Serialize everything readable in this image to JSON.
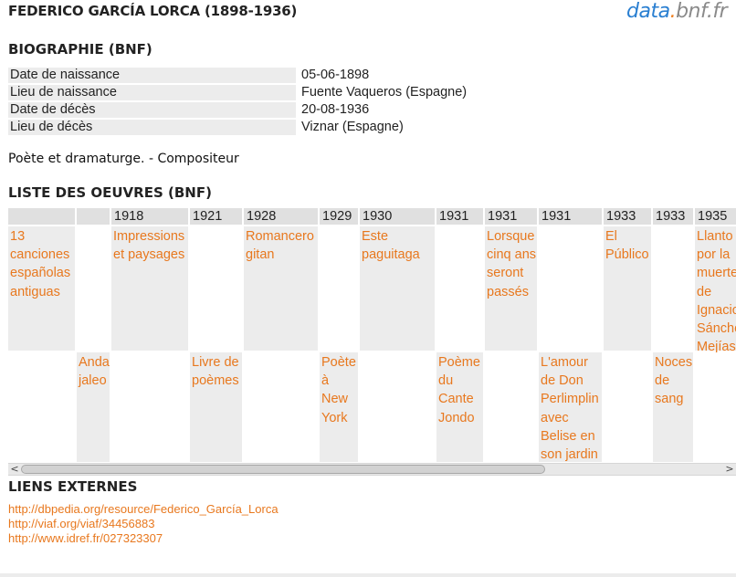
{
  "header": {
    "title": "FEDERICO GARCÍA LORCA (1898-1936)",
    "logo": {
      "part1": "data",
      "part2": ".",
      "part3": "bnf.fr"
    }
  },
  "biography": {
    "heading": "BIOGRAPHIE (BNF)",
    "rows": [
      {
        "label": "Date de naissance",
        "value": "05-06-1898"
      },
      {
        "label": "Lieu de naissance",
        "value": "Fuente Vaqueros (Espagne)"
      },
      {
        "label": "Date de décès",
        "value": "20-08-1936"
      },
      {
        "label": "Lieu de décès",
        "value": "Viznar (Espagne)"
      }
    ],
    "description": "Poète et dramaturge. - Compositeur"
  },
  "works": {
    "heading": "LISTE DES OEUVRES (BNF)",
    "columns": [
      {
        "year": "",
        "top": "13 canciones españolas antiguas",
        "bottom": ""
      },
      {
        "year": "",
        "top": "",
        "bottom": "Anda jaleo"
      },
      {
        "year": "1918",
        "top": "Impressions et paysages",
        "bottom": ""
      },
      {
        "year": "1921",
        "top": "",
        "bottom": "Livre de poèmes"
      },
      {
        "year": "1928",
        "top": "Romancero gitan",
        "bottom": ""
      },
      {
        "year": "1929",
        "top": "",
        "bottom": "Poète à New York"
      },
      {
        "year": "1930",
        "top": "Este paguitaga",
        "bottom": ""
      },
      {
        "year": "1931",
        "top": "",
        "bottom": "Poème du Cante Jondo"
      },
      {
        "year": "1931",
        "top": "Lorsque cinq ans seront passés",
        "bottom": ""
      },
      {
        "year": "1931",
        "top": "",
        "bottom": "L'amour de Don Perlimplin avec Belise en son jardin"
      },
      {
        "year": "1933",
        "top": "El Público",
        "bottom": ""
      },
      {
        "year": "1933",
        "top": "",
        "bottom": "Noces de sang"
      },
      {
        "year": "1935",
        "top": "Llanto por la muerte de Ignacio Sánchez Mejías",
        "bottom": ""
      }
    ]
  },
  "external": {
    "heading": "LIENS EXTERNES",
    "links": [
      "http://dbpedia.org/resource/Federico_García_Lorca",
      "http://viaf.org/viaf/34456883",
      "http://www.idref.fr/027323307"
    ]
  },
  "scrollbar": {
    "left_arrow": "<",
    "right_arrow": ">"
  }
}
